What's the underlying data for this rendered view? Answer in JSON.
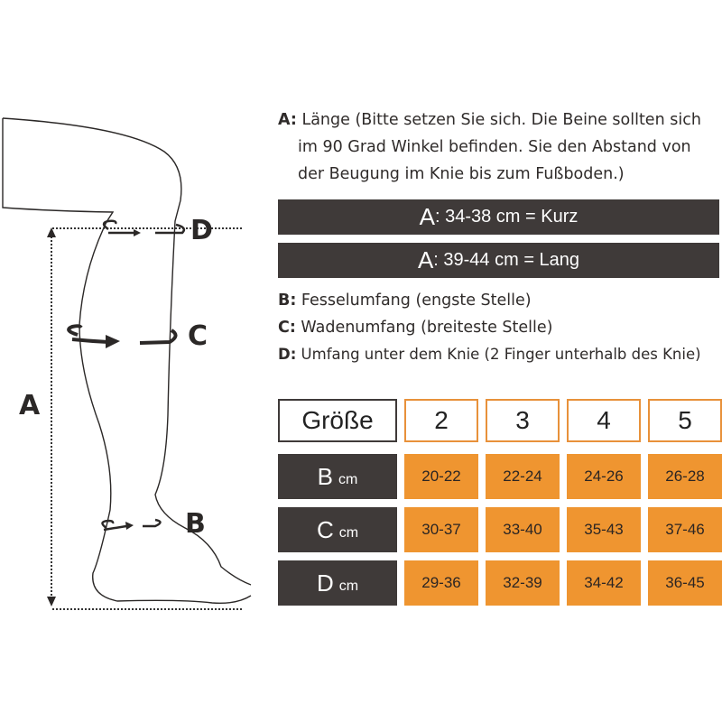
{
  "diagram": {
    "labels": {
      "a": "A",
      "b": "B",
      "c": "C",
      "d": "D"
    }
  },
  "instructions": {
    "a_key": "A:",
    "a_lines": [
      "Länge (Bitte setzen Sie sich. Die Beine sollten sich",
      "im 90 Grad Winkel befinden. Sie den Abstand von",
      "der Beugung im Knie bis zum Fußboden.)"
    ],
    "bars": [
      {
        "key": "A",
        "text": ": 34-38 cm = Kurz"
      },
      {
        "key": "A",
        "text": ": 39-44 cm = Lang"
      }
    ],
    "b_key": "B:",
    "b_text": "Fesselumfang (engste Stelle)",
    "c_key": "C:",
    "c_text": "Wadenumfang (breiteste Stelle)",
    "d_key": "D:",
    "d_text": "Umfang unter dem Knie (2 Finger unterhalb des Knie)"
  },
  "table": {
    "header": "Größe",
    "sizes": [
      "2",
      "3",
      "4",
      "5"
    ],
    "unit": "cm",
    "rows": [
      {
        "key": "B",
        "values": [
          "20-22",
          "22-24",
          "24-26",
          "26-28"
        ]
      },
      {
        "key": "C",
        "values": [
          "30-37",
          "33-40",
          "35-43",
          "37-46"
        ]
      },
      {
        "key": "D",
        "values": [
          "29-36",
          "32-39",
          "34-42",
          "36-45"
        ]
      }
    ]
  },
  "colors": {
    "dark": "#3f3a39",
    "orange": "#ef9530"
  }
}
